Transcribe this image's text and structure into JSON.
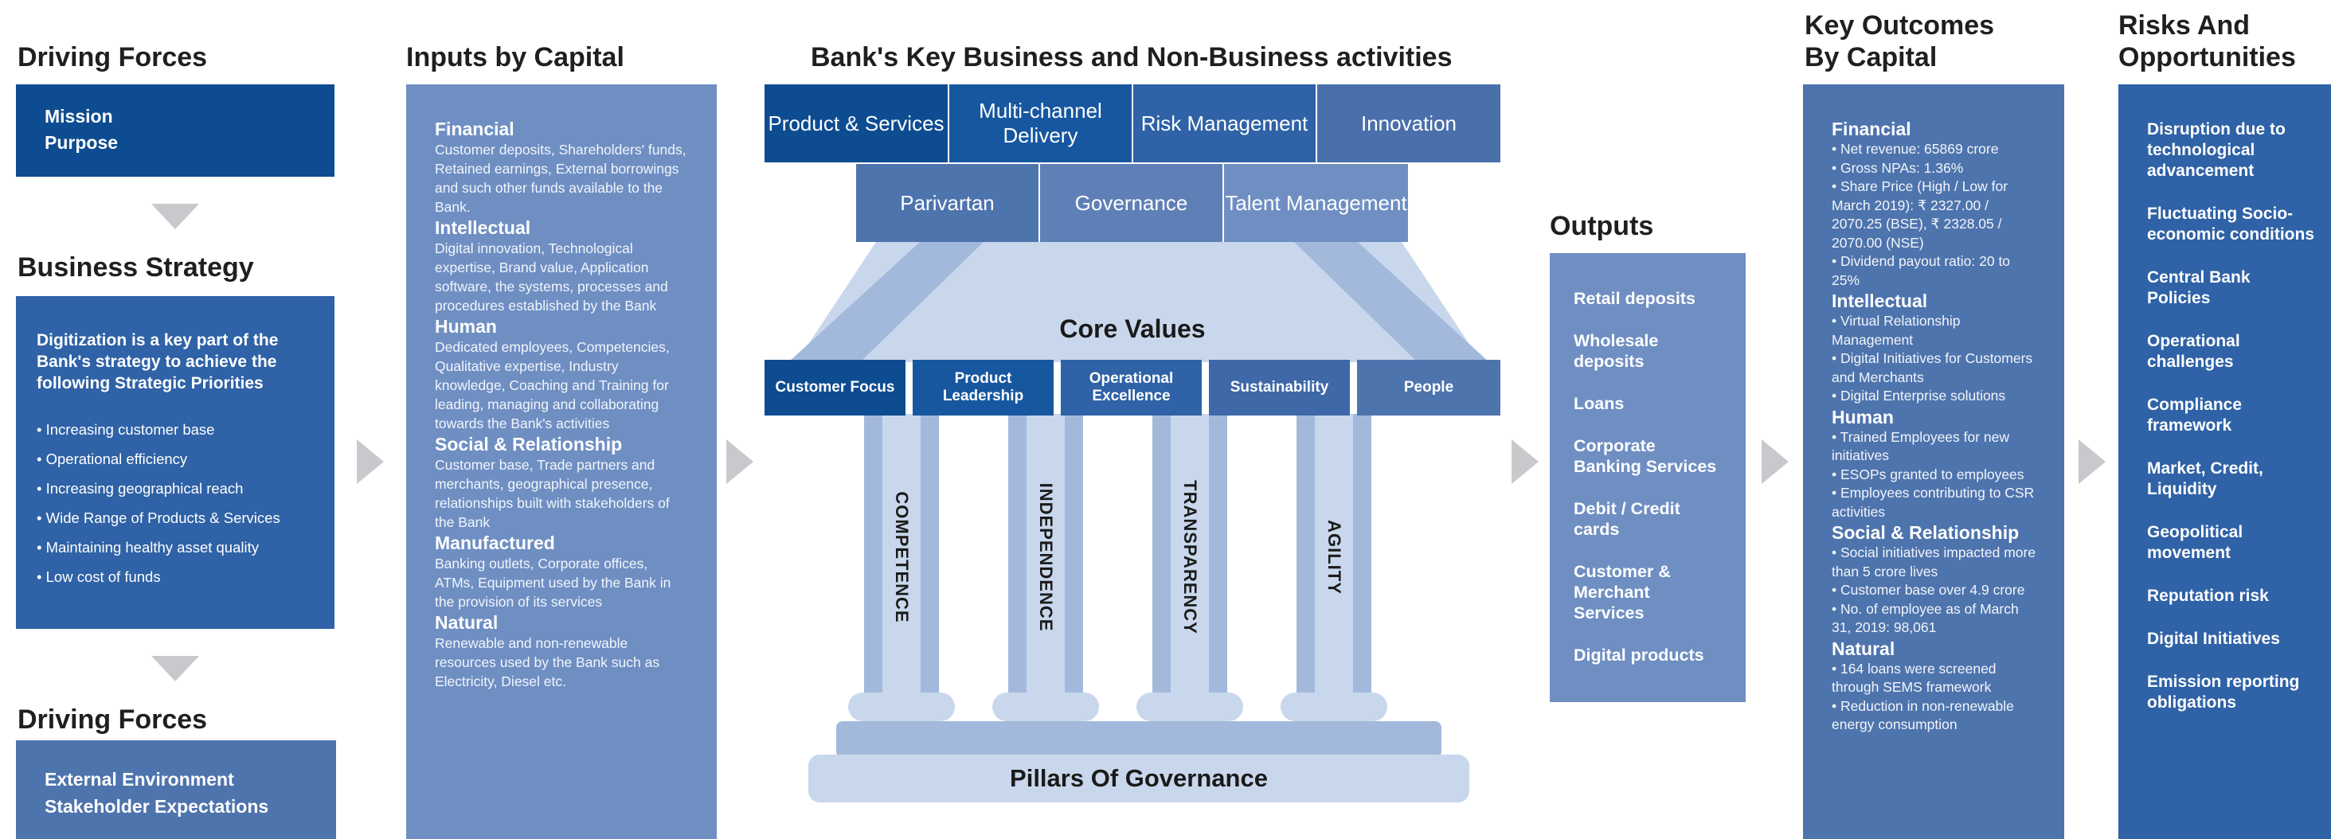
{
  "col1": {
    "heading1": "Driving Forces",
    "box1": [
      "Mission",
      "Purpose"
    ],
    "heading2": "Business Strategy",
    "strategy_intro": "Digitization is a key part of the Bank's strategy to achieve the following Strategic Priorities",
    "priorities": [
      "• Increasing customer base",
      "• Operational efficiency",
      "• Increasing geographical reach",
      "• Wide Range of Products & Services",
      "• Maintaining healthy asset quality",
      "• Low cost of funds"
    ],
    "heading3": "Driving Forces",
    "box3": [
      "External Environment",
      "Stakeholder Expectations"
    ]
  },
  "inputs": {
    "heading": "Inputs by Capital",
    "sections": [
      {
        "title": "Financial",
        "body": "Customer deposits, Shareholders' funds, Retained earnings, External borrowings and such other funds available to the Bank."
      },
      {
        "title": "Intellectual",
        "body": "Digital innovation, Technological expertise, Brand value, Application software, the systems, processes and procedures established by the Bank"
      },
      {
        "title": "Human",
        "body": "Dedicated employees, Competencies, Qualitative expertise, Industry knowledge, Coaching and Training for leading, managing and collaborating towards the Bank's activities"
      },
      {
        "title": "Social & Relationship",
        "body": "Customer base, Trade partners and merchants, geographical presence, relationships built with stakeholders of the Bank"
      },
      {
        "title": "Manufactured",
        "body": "Banking outlets, Corporate offices, ATMs, Equipment used by the Bank in the provision of its services"
      },
      {
        "title": "Natural",
        "body": "Renewable and non-renewable resources used by the Bank such as Electricity, Diesel etc."
      }
    ]
  },
  "business": {
    "heading": "Bank's Key Business and Non-Business activities",
    "row1": [
      "Product & Services",
      "Multi-channel Delivery",
      "Risk Management",
      "Innovation"
    ],
    "row2": [
      "Parivartan",
      "Governance",
      "Talent Management"
    ],
    "core_values_title": "Core Values",
    "core_values": [
      "Customer Focus",
      "Product Leadership",
      "Operational Excellence",
      "Sustainability",
      "People"
    ],
    "pillars": [
      "COMPETENCE",
      "INDEPENDENCE",
      "TRANSPARENCY",
      "AGILITY"
    ],
    "base_label": "Pillars Of Governance"
  },
  "outputs": {
    "heading": "Outputs",
    "items": [
      "Retail deposits",
      "Wholesale deposits",
      "Loans",
      "Corporate Banking Services",
      "Debit / Credit cards",
      "Customer & Merchant Services",
      "Digital products"
    ]
  },
  "outcomes": {
    "heading": [
      "Key Outcomes",
      "By Capital"
    ],
    "sections": [
      {
        "title": "Financial",
        "lines": [
          "• Net revenue: 65869 crore",
          "• Gross NPAs: 1.36%",
          "• Share Price (High / Low for March 2019): ₹ 2327.00 / 2070.25 (BSE), ₹ 2328.05 / 2070.00 (NSE)",
          "• Dividend payout ratio: 20 to 25%"
        ]
      },
      {
        "title": "Intellectual",
        "lines": [
          "• Virtual Relationship Management",
          "• Digital Initiatives for Customers and Merchants",
          "• Digital Enterprise solutions"
        ]
      },
      {
        "title": "Human",
        "lines": [
          "• Trained Employees for new initiatives",
          "• ESOPs granted to employees",
          "• Employees contributing to CSR activities"
        ]
      },
      {
        "title": "Social & Relationship",
        "lines": [
          "• Social initiatives impacted more than 5 crore lives",
          "• Customer base over 4.9 crore",
          "• No. of employee as of March 31, 2019: 98,061"
        ]
      },
      {
        "title": "Natural",
        "lines": [
          "• 164 loans were screened through SEMS framework",
          "• Reduction in non-renewable energy consumption"
        ]
      }
    ]
  },
  "risks": {
    "heading": [
      "Risks And",
      "Opportunities"
    ],
    "items": [
      "Disruption due to technological advancement",
      "Fluctuating Socio-economic conditions",
      "Central Bank Policies",
      "Operational challenges",
      "Compliance framework",
      "Market, Credit, Liquidity",
      "Geopolitical movement",
      "Reputation risk",
      "Digital Initiatives",
      "Emission reporting obligations"
    ]
  },
  "colors": {
    "dark_blue": "#0e4c91",
    "mid_blue": "#2f62a6",
    "steel_blue": "#4e74ad",
    "light_blue": "#6f8fc3",
    "pale_blue": "#c9d7ec",
    "arrow_gray": "#c7c9cc"
  }
}
